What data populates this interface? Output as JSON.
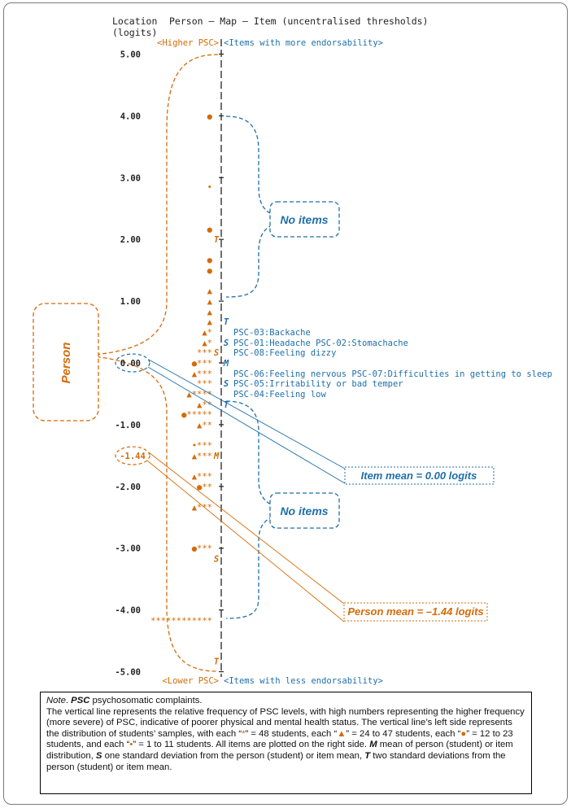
{
  "chart_data": {
    "type": "wright-map",
    "title": "Person – Map – Item (uncentralised thresholds)",
    "ylabel_line1": "Location",
    "ylabel_line2": "(logits)",
    "ylim": [
      -5,
      5
    ],
    "tick_values": [
      5,
      4,
      3,
      2,
      1,
      0,
      -1,
      -2,
      -3,
      -4,
      -5
    ],
    "tick_labels": [
      "5.00",
      "4.00",
      "3.00",
      "2.00",
      "1.00",
      "0.00",
      "-1.00",
      "-2.00",
      "-3.00",
      "-4.00",
      "-5.00"
    ],
    "top_left_label": "<Higher PSC>",
    "top_right_label": "<Items with more endorsability>",
    "bottom_left_label": "<Lower PSC>",
    "bottom_right_label": "<Items with less endorsability>",
    "person_rows": [
      {
        "y": 4.0,
        "symbols": "●"
      },
      {
        "y": 2.85,
        "symbols": "•"
      },
      {
        "y": 2.17,
        "symbols": "●"
      },
      {
        "y": 1.67,
        "symbols": "●"
      },
      {
        "y": 1.5,
        "symbols": "●"
      },
      {
        "y": 1.17,
        "symbols": "▲"
      },
      {
        "y": 1.0,
        "symbols": "▲"
      },
      {
        "y": 0.83,
        "symbols": "▲"
      },
      {
        "y": 0.67,
        "symbols": "▲"
      },
      {
        "y": 0.5,
        "symbols": "▲*"
      },
      {
        "y": 0.33,
        "symbols": "▲*"
      },
      {
        "y": 0.17,
        "symbols": "***"
      },
      {
        "y": 0.0,
        "symbols": "●***"
      },
      {
        "y": -0.17,
        "symbols": "▲***"
      },
      {
        "y": -0.33,
        "symbols": "***"
      },
      {
        "y": -0.5,
        "symbols": "▲****"
      },
      {
        "y": -0.67,
        "symbols": "▲**"
      },
      {
        "y": -0.83,
        "symbols": "●*****"
      },
      {
        "y": -1.0,
        "symbols": "▲**"
      },
      {
        "y": -1.33,
        "symbols": "•***"
      },
      {
        "y": -1.5,
        "symbols": "▲***"
      },
      {
        "y": -1.83,
        "symbols": "▲***"
      },
      {
        "y": -2.0,
        "symbols": "●**"
      },
      {
        "y": -2.33,
        "symbols": "▲***"
      },
      {
        "y": -3.0,
        "symbols": "●***"
      },
      {
        "y": -4.17,
        "symbols": "************"
      }
    ],
    "person_markers": [
      {
        "y": 2.0,
        "letter": "T"
      },
      {
        "y": 0.17,
        "letter": "S"
      },
      {
        "y": -1.5,
        "letter": "M"
      },
      {
        "y": -3.17,
        "letter": "S"
      },
      {
        "y": -4.83,
        "letter": "T"
      }
    ],
    "item_markers": [
      {
        "y": 0.67,
        "letter": "T"
      },
      {
        "y": 0.33,
        "letter": "S"
      },
      {
        "y": 0.0,
        "letter": "M"
      },
      {
        "y": -0.33,
        "letter": "S"
      },
      {
        "y": -0.67,
        "letter": "T"
      }
    ],
    "items": [
      {
        "y": 0.5,
        "text": "PSC-03:Backache"
      },
      {
        "y": 0.33,
        "text": "PSC-01:Headache  PSC-02:Stomachache"
      },
      {
        "y": 0.17,
        "text": "PSC-08:Feeling dizzy"
      },
      {
        "y": -0.17,
        "text": "PSC-06:Feeling nervous  PSC-07:Difficulties in getting to sleep"
      },
      {
        "y": -0.33,
        "text": "PSC-05:Irritability or bad temper"
      },
      {
        "y": -0.5,
        "text": "PSC-04:Feeling low"
      }
    ],
    "person_label": "Person",
    "no_items_upper": "No items",
    "no_items_lower": "No items",
    "item_mean_value": "0.00",
    "item_mean_label": "Item mean = 0.00 logits",
    "person_mean_value": "-1.44",
    "person_mean_label": "Person mean = –1.44 logits",
    "colors": {
      "person": "#d46b08",
      "item": "#1f6fa8",
      "axis": "#222222"
    }
  },
  "note": {
    "lead_italic": "Note",
    "lead_after": ". ",
    "psc_italic": "PSC",
    "psc_rest": " psychosomatic complaints.",
    "body_1": "The vertical line represents the relative frequency of PSC levels, with high numbers representing the higher frequency (more severe) of PSC, indicative of poorer physical and mental health status. The vertical line’s left side represents the distribution of students’ samples, with each “",
    "sym_star": "*",
    "body_2": "” = 48 students, each “",
    "sym_tri": "▲",
    "body_3": "” = 24 to 47 students, each “",
    "sym_big_dot": "●",
    "body_4": "” = 12 to 23 students, and each “",
    "sym_small_dot": "•",
    "body_5": "” = 1 to 11 students. All items are plotted on the right side. ",
    "m_letter": "M",
    "m_text": " mean of person (student) or item distribution, ",
    "s_letter": "S",
    "s_text": " one standard deviation from the person (student) or item mean, ",
    "t_letter": "T",
    "t_text": " two standard deviations from the person (student) or item mean."
  }
}
